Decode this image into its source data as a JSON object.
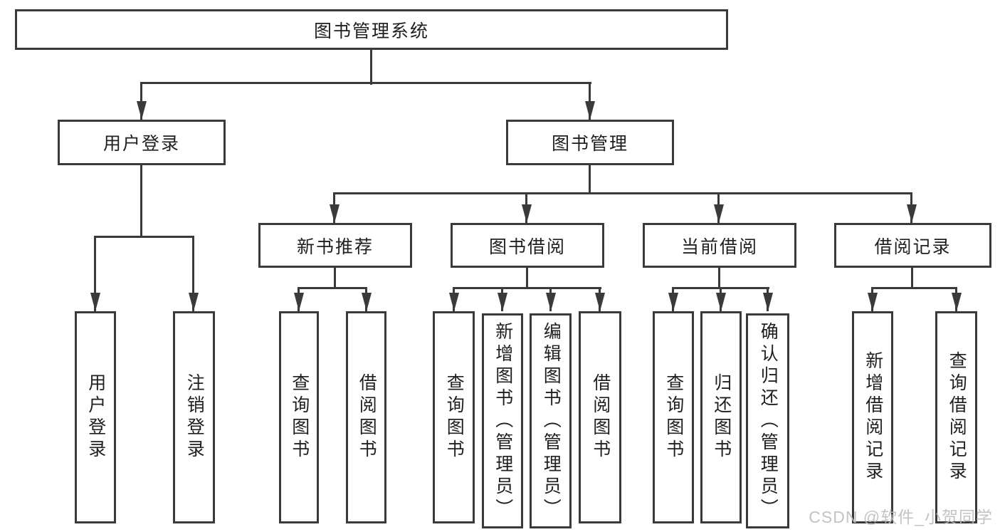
{
  "diagram_title": "图书管理系统",
  "colors": {
    "line": "#3a3a3a",
    "text": "#1f1f1f",
    "background": "#ffffff",
    "watermark": "#bdbdbd"
  },
  "tree": {
    "label": "图书管理系统",
    "children": [
      {
        "label": "用户登录",
        "children": [
          {
            "label": "用户登录"
          },
          {
            "label": "注销登录"
          }
        ]
      },
      {
        "label": "图书管理",
        "children": [
          {
            "label": "新书推荐",
            "children": [
              {
                "label": "查询图书"
              },
              {
                "label": "借阅图书"
              }
            ]
          },
          {
            "label": "图书借阅",
            "children": [
              {
                "label": "查询图书"
              },
              {
                "label": "新增图书（管理员）"
              },
              {
                "label": "编辑图书（管理员）"
              },
              {
                "label": "借阅图书"
              }
            ]
          },
          {
            "label": "当前借阅",
            "children": [
              {
                "label": "查询图书"
              },
              {
                "label": "归还图书"
              },
              {
                "label": "确认归还（管理员）"
              }
            ]
          },
          {
            "label": "借阅记录",
            "children": [
              {
                "label": "新增借阅记录"
              },
              {
                "label": "查询借阅记录"
              }
            ]
          }
        ]
      }
    ]
  },
  "watermark": {
    "text": "CSDN @软件_小贺同学"
  }
}
